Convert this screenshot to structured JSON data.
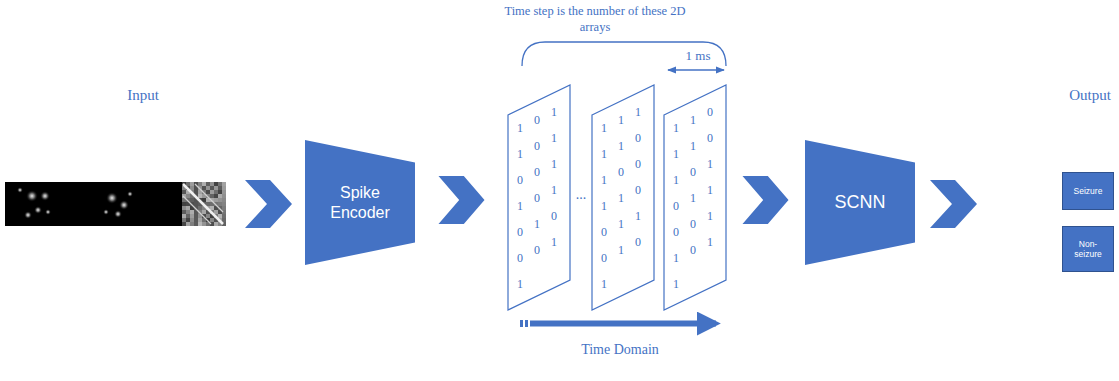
{
  "diagram": {
    "nodes": [
      {
        "text": [
          "Spike Encoder"
        ]
      },
      {
        "text": [
          "1",
          "0",
          "1",
          "1",
          "0",
          "1",
          "0",
          "0",
          "1",
          "1",
          "0",
          "1",
          "0",
          "1",
          "0",
          "0",
          "0",
          "1",
          "1"
        ]
      },
      {
        "text": [
          "1",
          "1",
          "1",
          "1",
          "1",
          "0",
          "1",
          "0",
          "0",
          "1",
          "1",
          "0",
          "0",
          "1",
          "1",
          "0",
          "1",
          "0",
          "1"
        ]
      },
      {
        "text": [
          "1",
          "1",
          "0",
          "1",
          "1",
          "0",
          "1",
          "0",
          "1",
          "0",
          "1",
          "1",
          "0",
          "0",
          "1",
          "1",
          "0",
          "1",
          "1"
        ]
      },
      {
        "text": [
          "SCNN"
        ]
      },
      {
        "text": [
          "Seizure"
        ]
      },
      {
        "text": [
          "Non-seizure"
        ]
      }
    ],
    "edges": [
      {
        "from": 0,
        "to": 1,
        "arrow": "to"
      },
      {
        "from": 3,
        "to": 4,
        "arrow": "to"
      }
    ],
    "labels": [
      "Input",
      "Output",
      "Time step is the number of these 2D arrays",
      "1 ms",
      "...",
      "Time Domain"
    ]
  }
}
